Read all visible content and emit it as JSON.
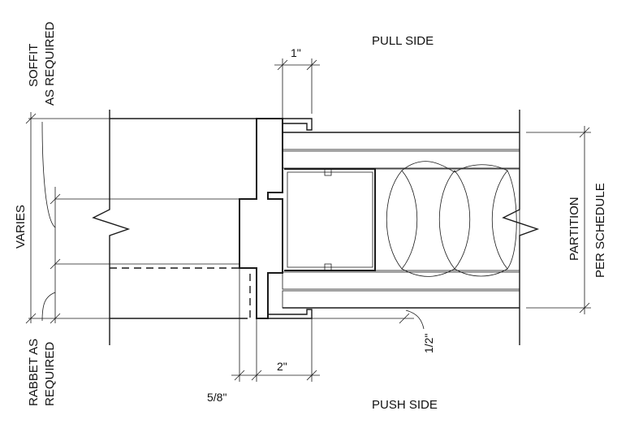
{
  "labels": {
    "pull_side": "PULL SIDE",
    "push_side": "PUSH SIDE",
    "soffit_line1": "SOFFIT",
    "soffit_line2": "AS REQUIRED",
    "varies": "VARIES",
    "rabbet_line1": "RABBET AS",
    "rabbet_line2": "REQUIRED",
    "partition_line1": "PARTITION",
    "partition_line2": "PER SCHEDULE"
  },
  "dimensions": {
    "one_inch": "1\"",
    "two_inch": "2\"",
    "five_eighths": "5/8\"",
    "half_inch": "1/2\""
  }
}
